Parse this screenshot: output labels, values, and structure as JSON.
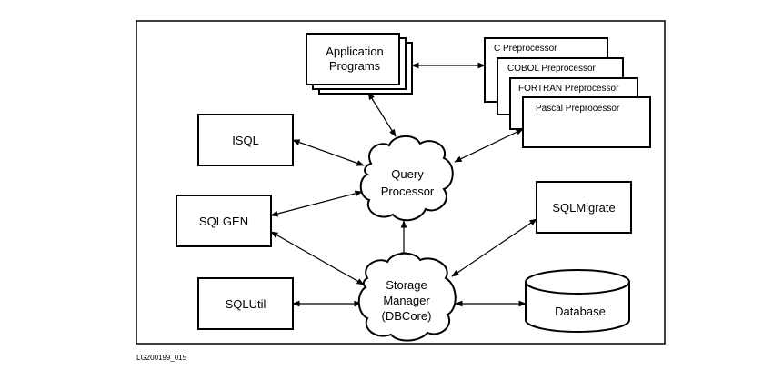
{
  "nodes": {
    "application_programs": [
      "Application",
      "Programs"
    ],
    "c_preprocessor": "C Preprocessor",
    "cobol_preprocessor": "COBOL Preprocessor",
    "fortran_preprocessor": "FORTRAN Preprocessor",
    "pascal_preprocessor": "Pascal Preprocessor",
    "isql": "ISQL",
    "sqlgen": "SQLGEN",
    "sqlutil": "SQLUtil",
    "sqlmigrate": "SQLMigrate",
    "query_processor": [
      "Query",
      "Processor"
    ],
    "storage_manager": [
      "Storage",
      "Manager",
      "(DBCore)"
    ],
    "database": "Database"
  },
  "figure_id": "LG200199_015"
}
